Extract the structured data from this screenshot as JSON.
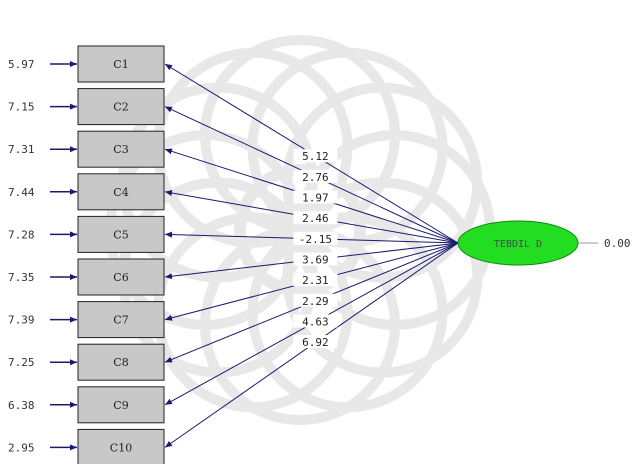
{
  "indicators": [
    {
      "name": "C1",
      "error": "5.97",
      "loading": "5.12"
    },
    {
      "name": "C2",
      "error": "7.15",
      "loading": "2.76"
    },
    {
      "name": "C3",
      "error": "7.31",
      "loading": "1.97"
    },
    {
      "name": "C4",
      "error": "7.44",
      "loading": "2.46"
    },
    {
      "name": "C5",
      "error": "7.28",
      "loading": "-2.15"
    },
    {
      "name": "C6",
      "error": "7.35",
      "loading": "3.69"
    },
    {
      "name": "C7",
      "error": "7.39",
      "loading": "2.31"
    },
    {
      "name": "C8",
      "error": "7.25",
      "loading": "2.29"
    },
    {
      "name": "C9",
      "error": "6.38",
      "loading": "4.63"
    },
    {
      "name": "C10",
      "error": "2.95",
      "loading": "6.92"
    }
  ],
  "latent": {
    "label": "TEBDIL D",
    "variance": "0.00",
    "fill_color": "#22dd22",
    "stroke_color": "#118811"
  },
  "colors": {
    "box_fill": "#c8c8c8",
    "box_stroke": "#222222",
    "path_color": "#1a1a6e",
    "watermark": "#d6d6d6"
  }
}
